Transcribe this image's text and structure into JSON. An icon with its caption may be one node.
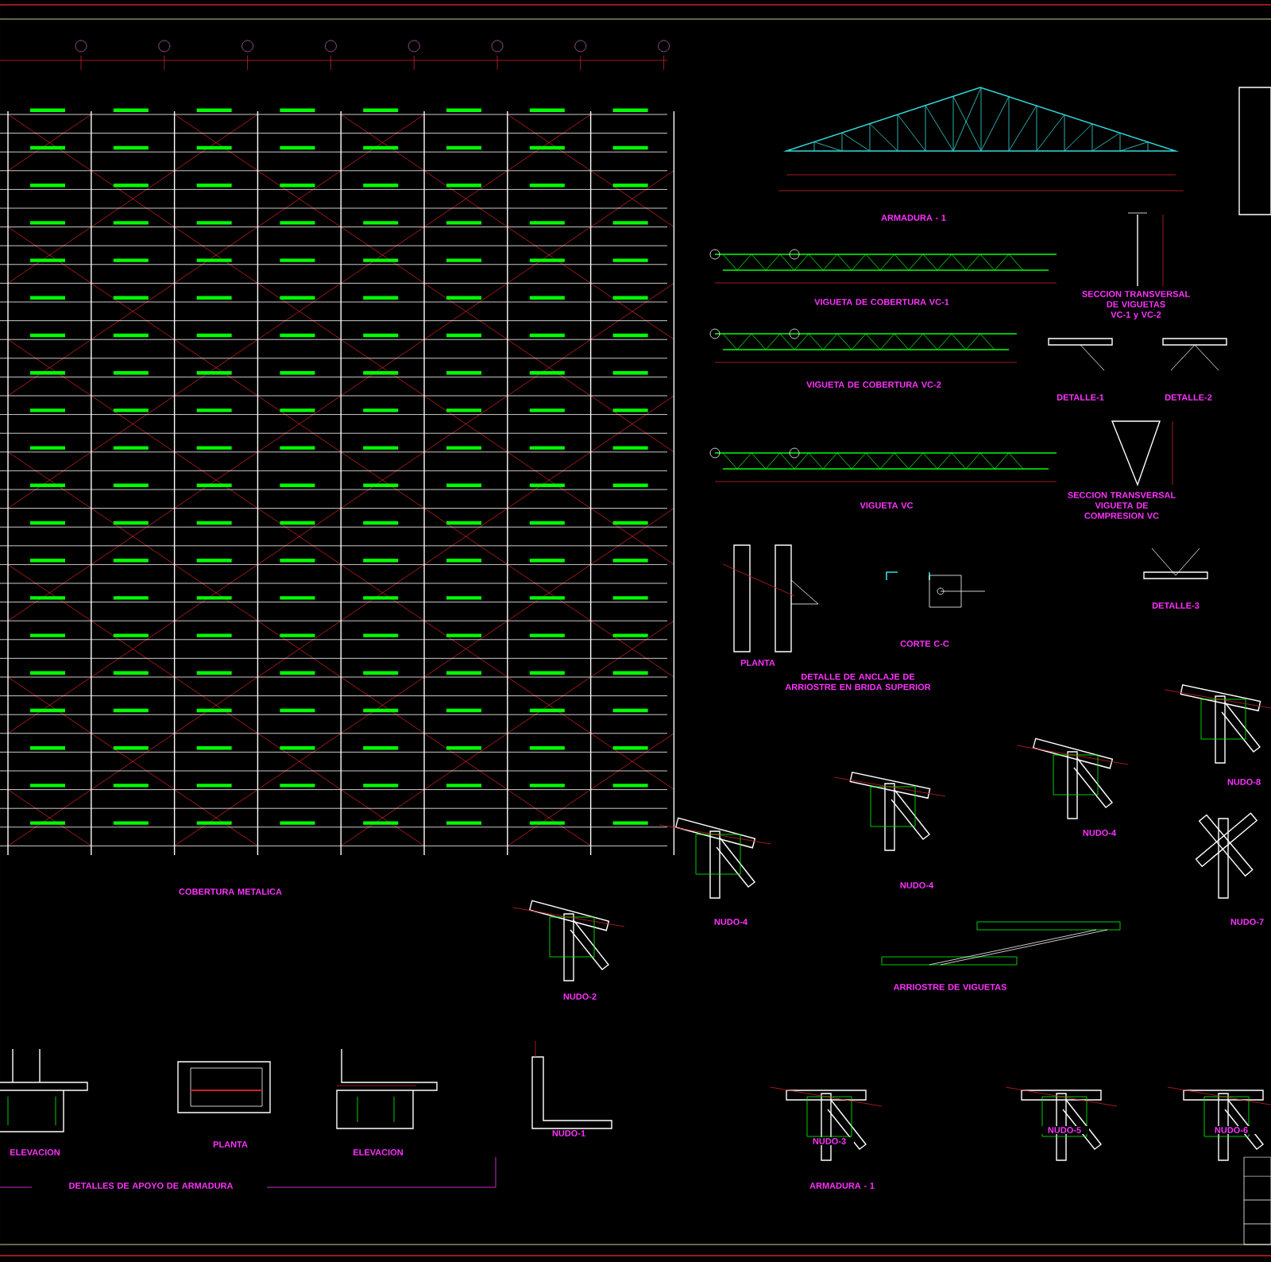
{
  "diagram": {
    "labels": [
      "ARMADURA - 1",
      "VIGUETA DE COBERTURA VC-1",
      "SECCION TRANSVERSAL DE VIGUETAS VC-1 y VC-2",
      "VIGUETA DE COBERTURA VC-2",
      "DETALLE-1",
      "DETALLE-2",
      "VIGUETA VC",
      "SECCION TRANSVERSAL VIGUETA DE COMPRESION VC",
      "DETALLE-3",
      "PLANTA",
      "CORTE C-C",
      "DETALLE DE ANCLAJE DE ARRIOSTRE EN BRIDA SUPERIOR",
      "NUDO-8",
      "NUDO-4",
      "NUDO-4",
      "NUDO-4",
      "NUDO-7",
      "ARRIOSTRE DE VIGUETAS",
      "COBERTURA METALICA",
      "NUDO-2",
      "NUDO-1",
      "NUDO-3",
      "NUDO-5",
      "NUDO-6",
      "ARMADURA - 1",
      "ELEVACION",
      "PLANTA",
      "ELEVACION",
      "DETALLES DE APOYO DE ARMADURA"
    ]
  }
}
